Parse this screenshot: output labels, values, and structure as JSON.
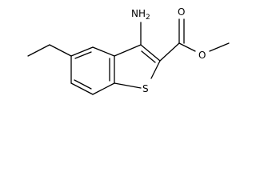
{
  "molecule": {
    "labels": {
      "amine": "NH2",
      "sulfur": "S",
      "carbonyl_oxygen": "O",
      "ester_oxygen": "O"
    }
  },
  "colors": {
    "bond": "#000000",
    "background": "#ffffff"
  }
}
